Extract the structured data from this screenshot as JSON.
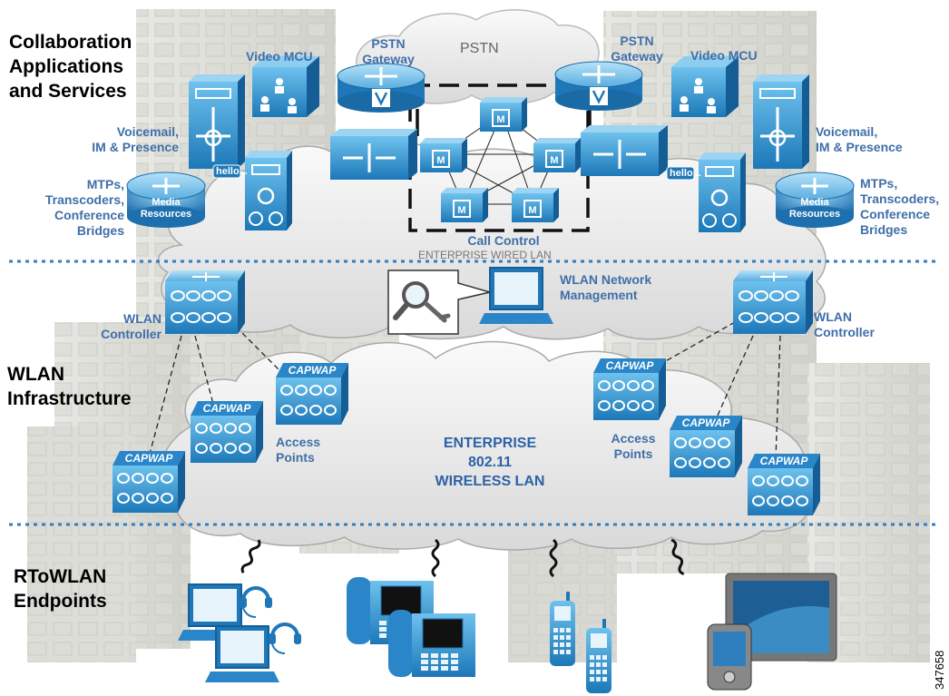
{
  "sections": {
    "collab": "Collaboration\nApplications\nand Services",
    "wlan": "WLAN\nInfrastructure",
    "endpoints": "RToWLAN\nEndpoints"
  },
  "labels": {
    "pstn_cloud": "PSTN",
    "pstn_gateway_left": "PSTN\nGateway",
    "pstn_gateway_right": "PSTN\nGateway",
    "video_mcu_left": "Video MCU",
    "video_mcu_right": "Video MCU",
    "voicemail_left": "Voicemail,\nIM & Presence",
    "voicemail_right": "Voicemail,\nIM & Presence",
    "mtps_left": "MTPs,\nTranscoders,\nConference\nBridges",
    "mtps_right": "MTPs,\nTranscoders,\nConference\nBridges",
    "media_resources": "Media\nResources",
    "call_control": "Call Control",
    "enterprise_wired_lan": "ENTERPRISE WIRED LAN",
    "wlan_network_management": "WLAN Network\nManagement",
    "wlan_controller_left": "WLAN\nController",
    "wlan_controller_right": "WLAN\nController",
    "access_points_left": "Access\nPoints",
    "access_points_right": "Access\nPoints",
    "wireless_lan": "ENTERPRISE\n802.11\nWIRELESS LAN",
    "capwap": "CAPWAP",
    "hello": "hello...",
    "figure_number": "347658"
  },
  "colors": {
    "brand_blue": "#2f8fcf",
    "label_blue": "#3f6fa8",
    "divider": "#2f7fbf"
  },
  "icons": [
    "router-icon",
    "switch-icon",
    "unity-server-icon",
    "video-mcu-icon",
    "presence-server-icon",
    "media-resources-icon",
    "call-manager-icon",
    "wlan-controller-icon",
    "access-point-icon",
    "laptop-icon",
    "headset-icon",
    "ip-phone-icon",
    "wireless-phone-icon",
    "tablet-icon",
    "pda-icon",
    "management-tool-icon"
  ]
}
